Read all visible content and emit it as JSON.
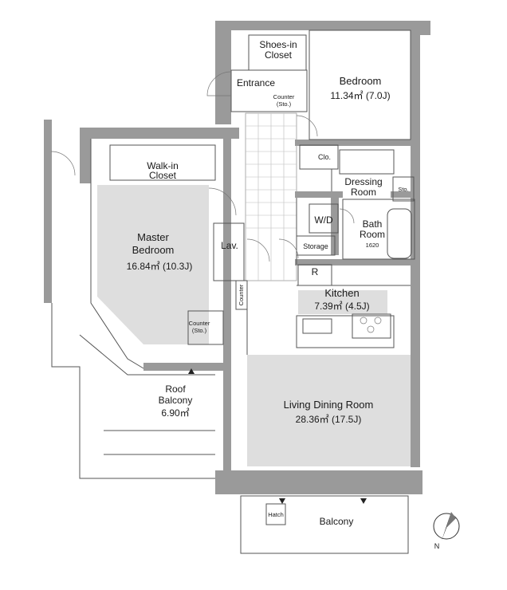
{
  "rooms": {
    "shoes_closet": {
      "label": "Shoes-in\nCloset"
    },
    "entrance": {
      "label": "Entrance"
    },
    "counter_entrance": {
      "label": "Counter\n(Sto.)"
    },
    "bedroom": {
      "label": "Bedroom",
      "area": "11.34㎡ (7.0J)"
    },
    "clo": {
      "label": "Clo."
    },
    "walkin_closet": {
      "label": "Walk-in\nCloset"
    },
    "dressing_room": {
      "label": "Dressing\nRoom"
    },
    "sto": {
      "label": "Sto."
    },
    "wd": {
      "label": "W/D"
    },
    "bath_room": {
      "label": "Bath\nRoom",
      "size": "1620"
    },
    "master_bedroom": {
      "label": "Master\nBedroom",
      "area": "16.84㎡ (10.3J)"
    },
    "lav": {
      "label": "Lav."
    },
    "storage": {
      "label": "Storage"
    },
    "r": {
      "label": "R"
    },
    "counter_side": {
      "label": "Counter"
    },
    "kitchen": {
      "label": "Kitchen",
      "area": "7.39㎡ (4.5J)"
    },
    "counter_master": {
      "label": "Counter\n(Sto.)"
    },
    "roof_balcony": {
      "label": "Roof\nBalcony",
      "area": "6.90㎡"
    },
    "living_dining": {
      "label": "Living Dining Room",
      "area": "28.36㎡ (17.5J)"
    },
    "hatch": {
      "label": "Hatch"
    },
    "balcony": {
      "label": "Balcony"
    }
  },
  "compass": {
    "label": "N"
  },
  "colors": {
    "wall": "#9a9a9a",
    "room_fill": "#dedede",
    "line": "#555555"
  }
}
